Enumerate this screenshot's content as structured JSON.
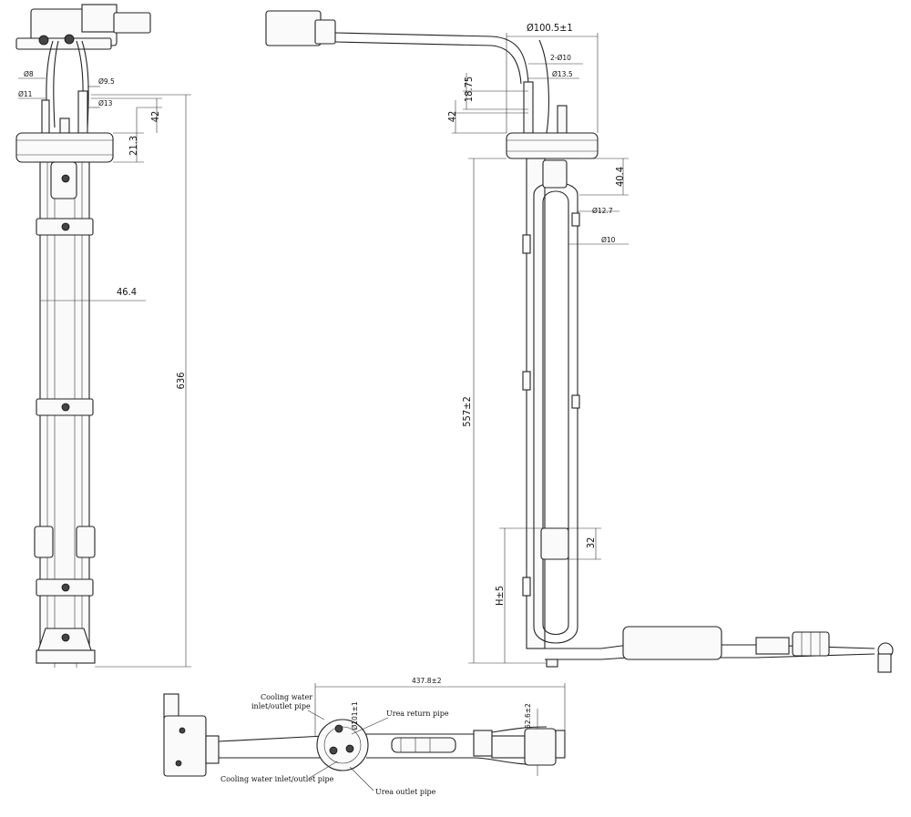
{
  "front_view": {
    "dims": {
      "d8": "Ø8",
      "d11": "Ø11",
      "d9_5": "Ø9.5",
      "d13": "Ø13",
      "h42": "42",
      "h21_3": "21.3",
      "w46_4": "46.4",
      "h636": "636"
    }
  },
  "side_view": {
    "dims": {
      "d100_5": "Ø100.5±1",
      "d2_10": "2-Ø10",
      "d13_5": "Ø13.5",
      "h18_75": "18.75",
      "h42": "42",
      "h40_4": "40.4",
      "d12_7": "Ø12.7",
      "d10": "Ø10",
      "h557": "557±2",
      "h32": "32",
      "hH": "H±5"
    }
  },
  "top_view": {
    "dims": {
      "w437_8": "437.8±2",
      "d101": "Ø101±1",
      "h52_6": "52.6±2"
    },
    "labels": {
      "cooling_top": "Cooling water",
      "cooling_top2": "inlet/outlet pipe",
      "urea_return": "Urea return pipe",
      "cooling_bottom": "Cooling water inlet/outlet pipe",
      "urea_outlet": "Urea outlet pipe"
    }
  }
}
